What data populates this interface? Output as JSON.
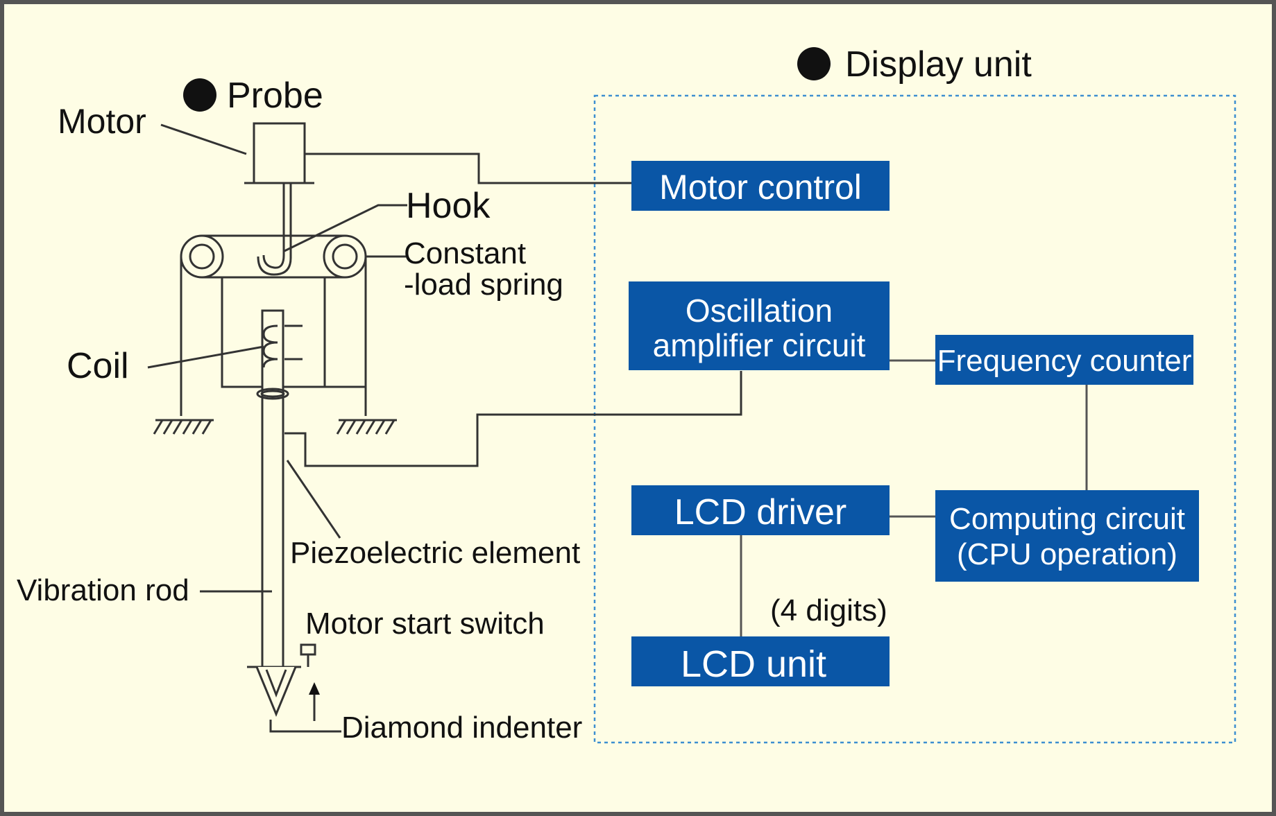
{
  "colors": {
    "background": "#fefde5",
    "block_fill": "#0a56a6",
    "block_text": "#ffffff",
    "line": "#333333",
    "border": "#555555",
    "dotted_border": "#3d8fd0"
  },
  "headings": {
    "probe": "Probe",
    "display_unit": "Display unit"
  },
  "probe_labels": {
    "motor": "Motor",
    "hook": "Hook",
    "spring_line1": "Constant",
    "spring_line2": "-load spring",
    "coil": "Coil",
    "piezo": "Piezoelectric element",
    "vibration_rod": "Vibration rod",
    "motor_start_switch": "Motor start switch",
    "diamond_indenter": "Diamond indenter"
  },
  "blocks": {
    "motor_control": "Motor control",
    "oscillation_line1": "Oscillation",
    "oscillation_line2": "amplifier circuit",
    "frequency_counter": "Frequency counter",
    "lcd_driver": "LCD driver",
    "computing_line1": "Computing circuit",
    "computing_line2": "(CPU operation)",
    "lcd_unit": "LCD unit"
  },
  "annotations": {
    "digits": "(4 digits)"
  }
}
